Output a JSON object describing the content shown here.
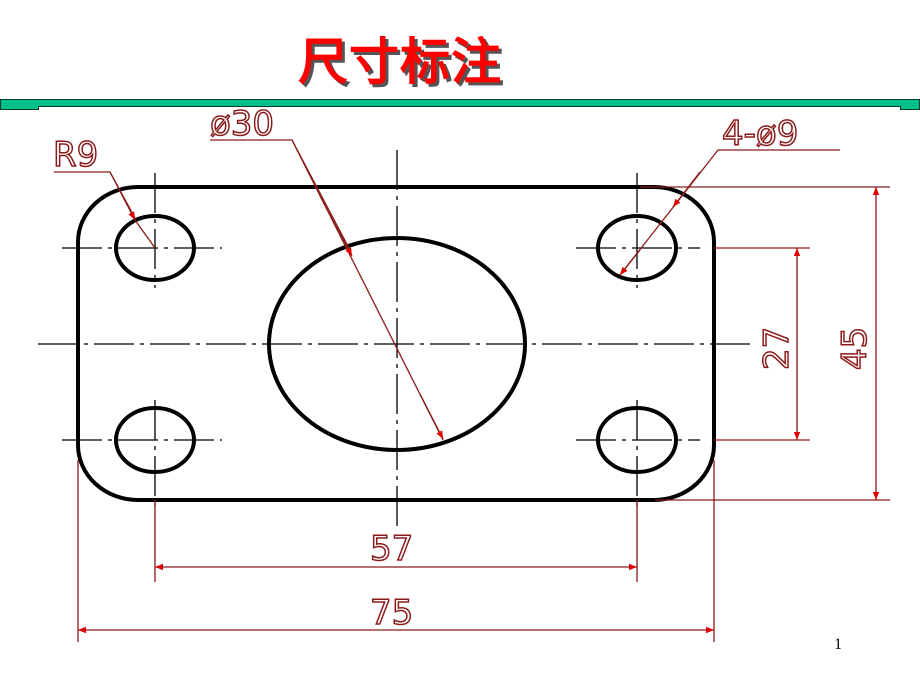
{
  "slide": {
    "title": "尺寸标注",
    "page_number": "1"
  },
  "drawing": {
    "labels": {
      "big_hole_diameter": "ø30",
      "corner_radius": "R9",
      "small_holes": "4-ø9",
      "hole_spacing_horizontal": "57",
      "overall_width": "75",
      "hole_spacing_vertical": "27",
      "overall_height": "45"
    },
    "colors": {
      "outline": "#000000",
      "dimension": "#8b1a1a",
      "arrow": "#e00000",
      "title": "#ff0000",
      "rule": "#00c08a"
    }
  }
}
